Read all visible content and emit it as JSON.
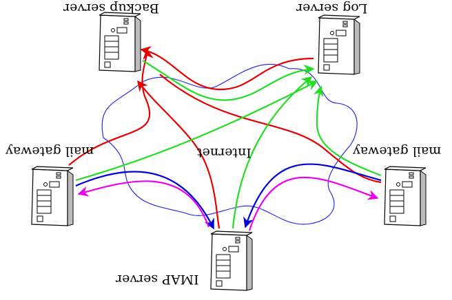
{
  "labels": {
    "backup": "Backup server",
    "log": "Log server",
    "mail_left": "mail gateway",
    "mail_right": "mail gateway",
    "internet": "Internet",
    "imap": "IMAP server"
  },
  "colors": {
    "red": "#e60000",
    "green": "#22dd22",
    "blue": "#0000dd",
    "magenta": "#ee00ee",
    "cloud": "#1a1aee"
  },
  "icons": [
    "server-icon"
  ]
}
